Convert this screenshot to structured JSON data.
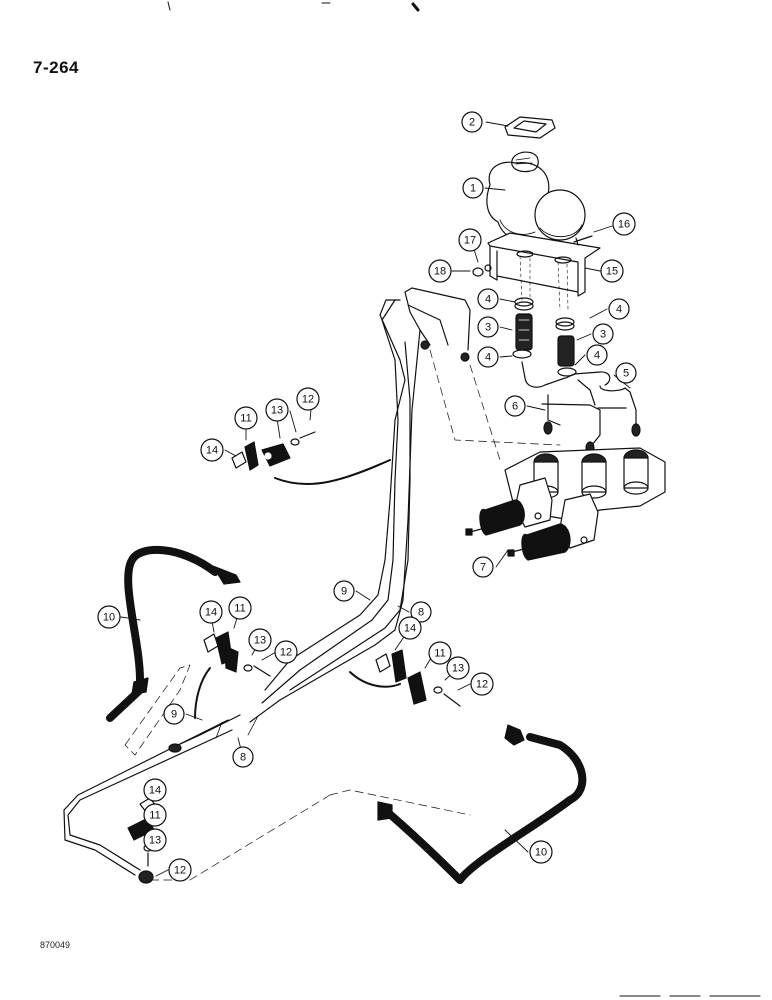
{
  "page_number": "7-264",
  "drawing_code": "870049",
  "callouts": [
    {
      "id": "c2a",
      "label": "2"
    },
    {
      "id": "c1a",
      "label": "1"
    },
    {
      "id": "c16a",
      "label": "16"
    },
    {
      "id": "c17a",
      "label": "17"
    },
    {
      "id": "c18a",
      "label": "18"
    },
    {
      "id": "c15a",
      "label": "15"
    },
    {
      "id": "c4a",
      "label": "4"
    },
    {
      "id": "c4b",
      "label": "4"
    },
    {
      "id": "c3a",
      "label": "3"
    },
    {
      "id": "c3b",
      "label": "3"
    },
    {
      "id": "c4c",
      "label": "4"
    },
    {
      "id": "c4d",
      "label": "4"
    },
    {
      "id": "c5a",
      "label": "5"
    },
    {
      "id": "c6a",
      "label": "6"
    },
    {
      "id": "c7a",
      "label": "7"
    },
    {
      "id": "c11a",
      "label": "11"
    },
    {
      "id": "c13a",
      "label": "13"
    },
    {
      "id": "c12a",
      "label": "12"
    },
    {
      "id": "c14a",
      "label": "14"
    },
    {
      "id": "c10a",
      "label": "10"
    },
    {
      "id": "c9a",
      "label": "9"
    },
    {
      "id": "c8a",
      "label": "8"
    },
    {
      "id": "c14b",
      "label": "14"
    },
    {
      "id": "c11b",
      "label": "11"
    },
    {
      "id": "c13b",
      "label": "13"
    },
    {
      "id": "c12b",
      "label": "12"
    },
    {
      "id": "c14c",
      "label": "14"
    },
    {
      "id": "c11c",
      "label": "11"
    },
    {
      "id": "c13c",
      "label": "13"
    },
    {
      "id": "c12c",
      "label": "12"
    },
    {
      "id": "c9b",
      "label": "9"
    },
    {
      "id": "c8b",
      "label": "8"
    },
    {
      "id": "c14d",
      "label": "14"
    },
    {
      "id": "c11d",
      "label": "11"
    },
    {
      "id": "c13d",
      "label": "13"
    },
    {
      "id": "c12d",
      "label": "12"
    },
    {
      "id": "c10b",
      "label": "10"
    }
  ]
}
